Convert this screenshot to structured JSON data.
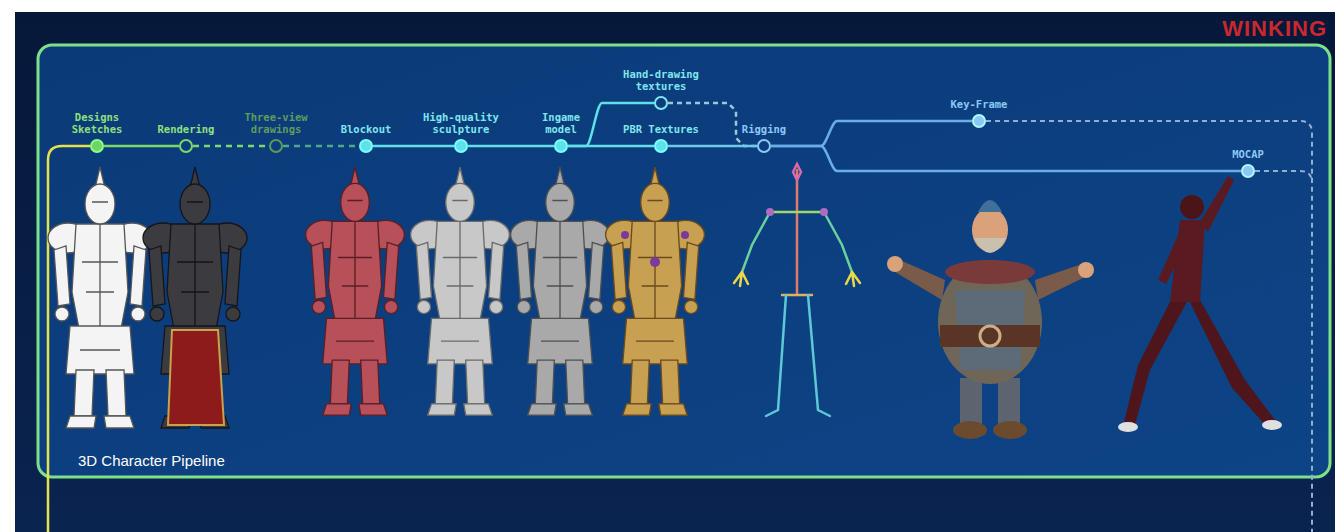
{
  "diagram": {
    "title": "3D Character Pipeline",
    "nodes": [
      {
        "text": [
          "Designs Sketches"
        ]
      },
      {
        "text": [
          "Rendering"
        ]
      },
      {
        "text": [
          "Three-view drawings"
        ]
      },
      {
        "text": [
          "Blockout"
        ]
      },
      {
        "text": [
          "High-quality sculpture"
        ]
      },
      {
        "text": [
          "Ingame model"
        ]
      },
      {
        "text": [
          "Hand-drawing textures"
        ]
      },
      {
        "text": [
          "PBR Textures"
        ]
      },
      {
        "text": [
          "Rigging"
        ]
      },
      {
        "text": [
          "Key-Frame"
        ]
      },
      {
        "text": [
          "MOCAP"
        ]
      }
    ],
    "edges": [
      {
        "from": 0,
        "to": 1,
        "arrow": "none"
      },
      {
        "from": 1,
        "to": 2,
        "arrow": "none"
      },
      {
        "from": 2,
        "to": 3,
        "arrow": "none"
      },
      {
        "from": 3,
        "to": 4,
        "arrow": "none"
      },
      {
        "from": 4,
        "to": 5,
        "arrow": "none"
      },
      {
        "from": 5,
        "to": 6,
        "arrow": "none"
      },
      {
        "from": 5,
        "to": 7,
        "arrow": "none"
      },
      {
        "from": 6,
        "to": 8,
        "arrow": "none"
      },
      {
        "from": 7,
        "to": 8,
        "arrow": "none"
      },
      {
        "from": 8,
        "to": 9,
        "arrow": "none"
      },
      {
        "from": 8,
        "to": 10,
        "arrow": "none"
      }
    ],
    "labels": [
      "WINKING"
    ]
  }
}
